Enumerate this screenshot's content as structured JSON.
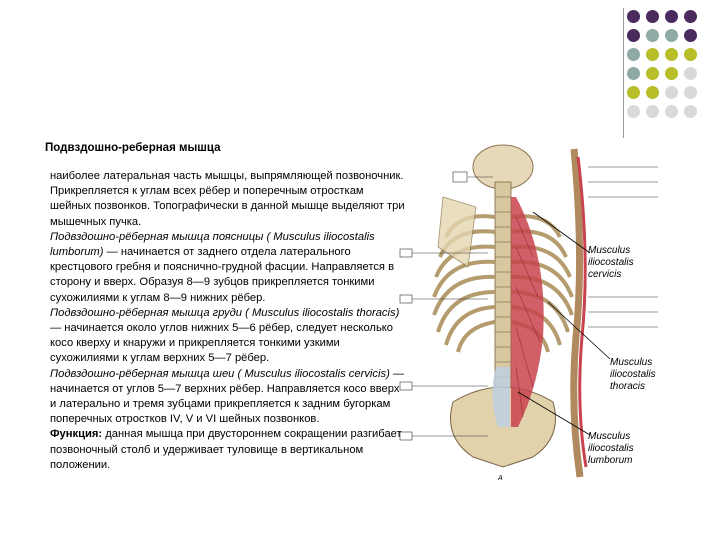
{
  "title": "Подвздошно-реберная мышца",
  "paragraph1": " наиболее латеральная часть мышцы, выпрямляющей позвоночник. Прикрепляется к углам всех рёбер и поперечным отросткам шейных позвонков. Топографически в данной мышце выделяют три мышечных пучка.",
  "lumborum": {
    "italic": "Подвздошно-рёберная мышца поясницы ( Musculus iliocostalis lumborum)",
    "text": " — начинается от заднего отдела латерального крестцового гребня и пояснично-грудной фасции. Направляется в сторону и вверх. Образуя 8—9 зубцов прикрепляется тонкими сухожилиями к углам 8—9 нижних рёбер."
  },
  "thoracis": {
    "italic": "Подвздошно-рёберная мышца груди ( Musculus iliocostalis thoracis)",
    "text": " — начинается около углов нижних 5—6 рёбер, следует несколько косо кверху и кнаружи и прикрепляется тонкими узкими сухожилиями к углам верхних 5—7 рёбер."
  },
  "cervicis": {
    "italic": "Подвздошно-рёберная мышца шеи ( Musculus iliocostalis cervicis)",
    "text": " — начинается от углов 5—7 верхних рёбер. Направляется косо вверх и латерально и тремя зубцами прикрепляется к задним бугоркам поперечных отростков IV, V и VI шейных позвонков."
  },
  "function": {
    "label": "Функция:",
    "text": " данная мышца при двустороннем сокращении разгибает позвоночный столб и удерживает туловище в вертикальном положении."
  },
  "figure_labels": {
    "cervicis": [
      "Musculus",
      "iliocostalis",
      "cervicis"
    ],
    "thoracis": [
      "Musculus",
      "iliocostalis",
      "thoracis"
    ],
    "lumborum": [
      "Musculus",
      "iliocostalis",
      "lumborum"
    ],
    "letter": "A"
  },
  "colors": {
    "purple": "#4b2a5e",
    "teal": "#8fa9a6",
    "olive": "#b8bd2a",
    "gray": "#d9d9dc",
    "muscle": "#c8434e",
    "bone": "#dccaa4"
  }
}
